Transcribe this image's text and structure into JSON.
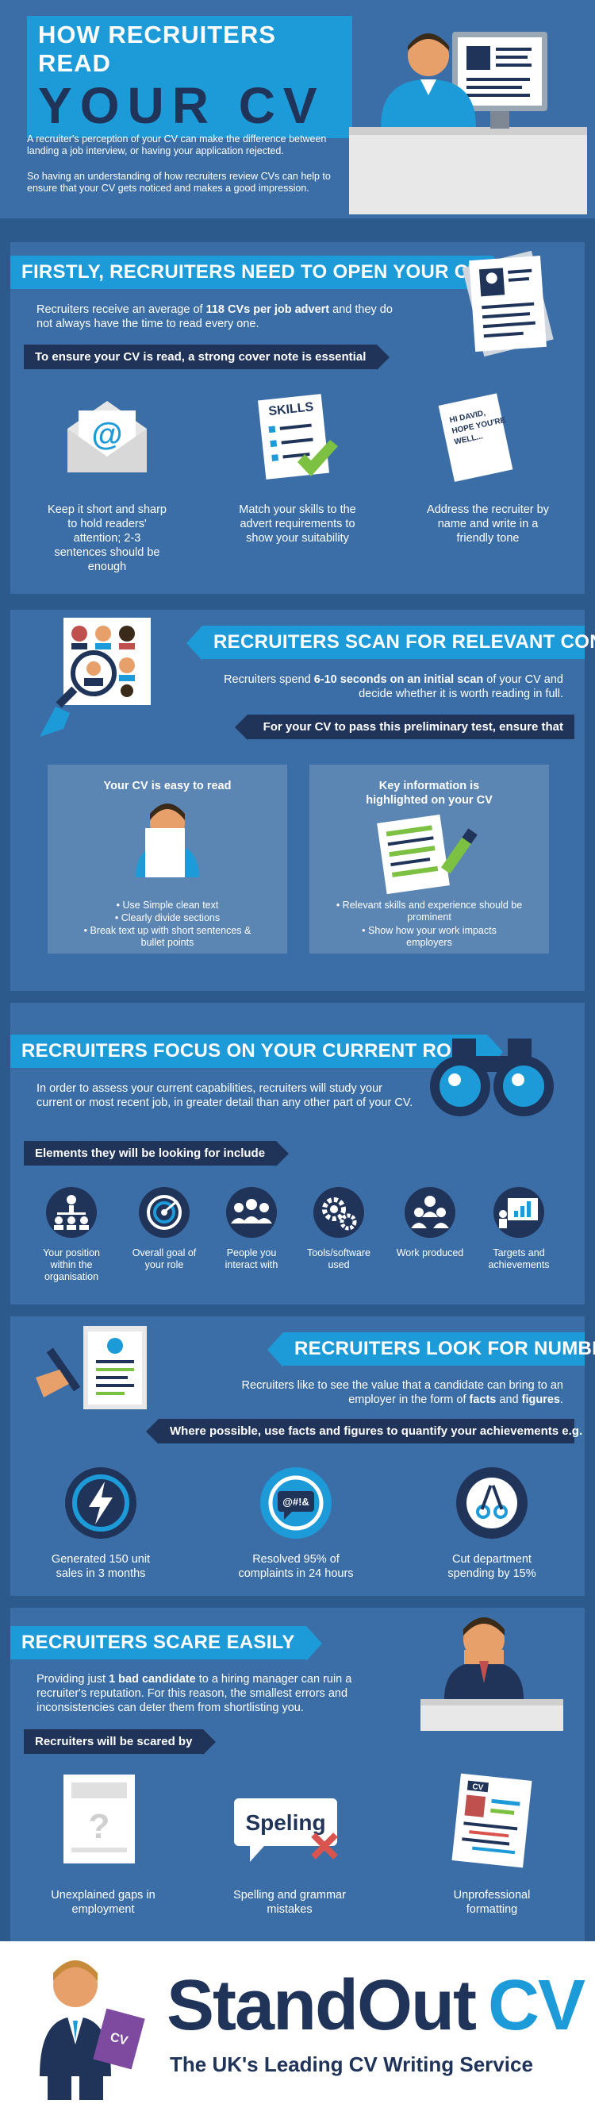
{
  "header": {
    "title_line1": "HOW RECRUITERS READ",
    "title_line2": "YOUR CV",
    "intro1": "A recruiter's perception of your CV can make the difference between landing a job interview, or having your application rejected.",
    "intro2": "So having an understanding of how recruiters review CVs can help to ensure that your CV gets noticed and makes a good impression."
  },
  "section1": {
    "title": "FIRSTLY, RECRUITERS NEED TO OPEN YOUR CV",
    "text_pre": "Recruiters receive an average of ",
    "text_bold": "118 CVs per job advert",
    "text_post": " and they do not always have the time to read every one.",
    "band": "To ensure your CV is read, a strong cover note is essential",
    "skills_label": "SKILLS",
    "note_text": "HI DAVID, HOPE YOU'RE WELL...",
    "items": [
      {
        "caption": "Keep it short and sharp to hold readers' attention; 2-3 sentences should be enough",
        "icon": "envelope-at-icon"
      },
      {
        "caption": "Match your skills to the advert requirements to show your suitability",
        "icon": "skills-checklist-icon"
      },
      {
        "caption": "Address the recruiter by name and write in a friendly tone",
        "icon": "note-icon"
      }
    ]
  },
  "section2": {
    "title": "RECRUITERS SCAN FOR RELEVANT CONTENT",
    "text_pre": "Recruiters spend ",
    "text_bold": "6-10 seconds on an initial scan",
    "text_post": " of your CV and decide whether it is worth reading in full.",
    "band": "For your CV to pass this preliminary test, ensure that",
    "box1": {
      "title": "Your CV is easy to read",
      "bullets": [
        "• Use Simple clean text",
        "• Clearly divide sections",
        "• Break text up with short sentences & bullet points"
      ]
    },
    "box2": {
      "title": "Key information is highlighted on your CV",
      "bullets": [
        "• Relevant skills and experience should be prominent",
        "• Show how your work impacts employers"
      ]
    }
  },
  "section3": {
    "title": "RECRUITERS FOCUS ON YOUR CURRENT ROLE",
    "text": "In order to assess your current capabilities, recruiters will study your current or most recent job, in greater detail than any other part of your CV.",
    "band": "Elements they will be looking for include",
    "items": [
      {
        "caption": "Your position within the organisation",
        "icon": "org-chart-icon"
      },
      {
        "caption": "Overall goal of your role",
        "icon": "target-icon"
      },
      {
        "caption": "People you interact with",
        "icon": "people-icon"
      },
      {
        "caption": "Tools/software used",
        "icon": "gears-icon"
      },
      {
        "caption": "Work produced",
        "icon": "team-icon"
      },
      {
        "caption": "Targets and achievements",
        "icon": "presentation-icon"
      }
    ]
  },
  "section4": {
    "title": "RECRUITERS LOOK FOR NUMBERS",
    "text_pre": "Recruiters like to see the value that a candidate can bring to an employer in the form of ",
    "text_b1": "facts",
    "text_mid": " and ",
    "text_b2": "figures",
    "text_end": ".",
    "band": "Where possible, use facts and figures to quantify your achievements e.g.",
    "bubble_text": "@#!&",
    "items": [
      {
        "caption": "Generated 150 unit sales in 3 months",
        "icon": "lightning-icon"
      },
      {
        "caption": "Resolved 95% of complaints in 24 hours",
        "icon": "speech-bubble-icon"
      },
      {
        "caption": "Cut department spending by 15%",
        "icon": "scissors-icon"
      }
    ]
  },
  "section5": {
    "title": "RECRUITERS SCARE EASILY",
    "text_pre": "Providing just ",
    "text_bold": "1 bad candidate",
    "text_post": " to a hiring manager can ruin a recruiter's reputation. For this reason, the smallest errors and inconsistencies can deter them from shortlisting you.",
    "band": "Recruiters will be scared by",
    "speling_word": "Speling",
    "cv_label": "CV",
    "items": [
      {
        "caption": "Unexplained gaps in employment",
        "icon": "question-doc-icon"
      },
      {
        "caption": "Spelling and grammar mistakes",
        "icon": "spelling-icon"
      },
      {
        "caption": "Unprofessional formatting",
        "icon": "messy-cv-icon"
      }
    ]
  },
  "footer": {
    "brand_main": "StandOut",
    "brand_cv": "CV",
    "tagline": "The UK's Leading CV Writing Service",
    "mascot_cv": "CV"
  },
  "colors": {
    "header_bg": "#3b6ea6",
    "main_bg": "#2c5a8d",
    "panel_bg": "#3b6ea6",
    "accent": "#1d9ad8",
    "dark": "#20345a",
    "box_bg": "#5b85b3"
  }
}
